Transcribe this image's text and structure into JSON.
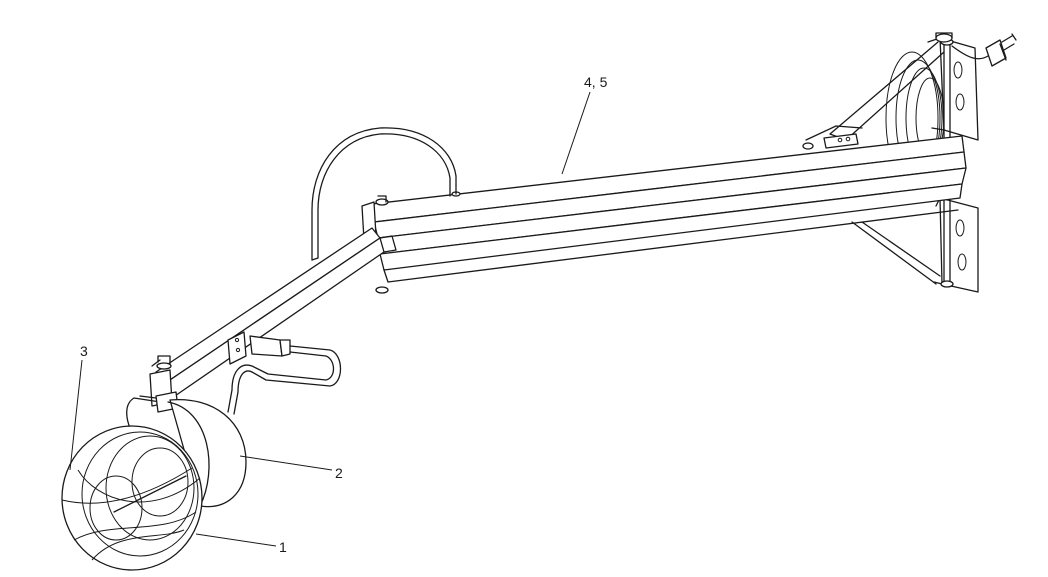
{
  "callouts": {
    "item_1": "1",
    "item_2": "2",
    "item_3": "3",
    "item_4_5": "4, 5"
  },
  "colors": {
    "line": "#1a1a1a",
    "background": "#ffffff"
  }
}
